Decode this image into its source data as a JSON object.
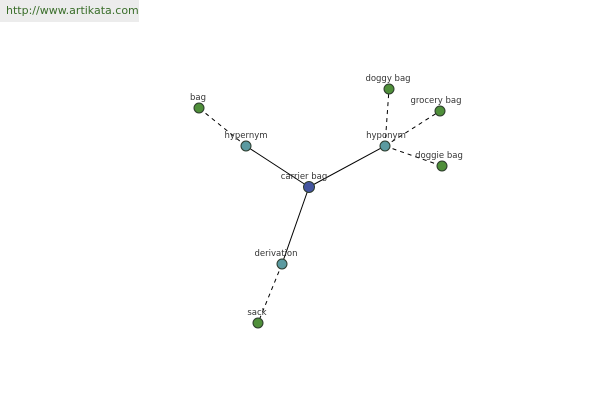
{
  "header": {
    "url_text": "http://www.artikata.com"
  },
  "colors": {
    "center": "#4455a0",
    "relation": "#5b9aa0",
    "leaf": "#4f8f3a"
  },
  "diagram": {
    "nodes": [
      {
        "id": "carrier-bag",
        "label": "carrier bag",
        "kind": "center"
      },
      {
        "id": "hypernym",
        "label": "hypernym",
        "kind": "relation"
      },
      {
        "id": "hyponym",
        "label": "hyponym",
        "kind": "relation"
      },
      {
        "id": "derivation",
        "label": "derivation",
        "kind": "relation"
      },
      {
        "id": "bag",
        "label": "bag",
        "kind": "leaf"
      },
      {
        "id": "doggy-bag",
        "label": "doggy bag",
        "kind": "leaf"
      },
      {
        "id": "grocery-bag",
        "label": "grocery bag",
        "kind": "leaf"
      },
      {
        "id": "doggie-bag",
        "label": "doggie bag",
        "kind": "leaf"
      },
      {
        "id": "sack",
        "label": "sack",
        "kind": "leaf"
      }
    ],
    "edges": [
      {
        "from": "carrier-bag",
        "to": "hypernym",
        "style": "solid"
      },
      {
        "from": "carrier-bag",
        "to": "hyponym",
        "style": "solid"
      },
      {
        "from": "carrier-bag",
        "to": "derivation",
        "style": "solid"
      },
      {
        "from": "hypernym",
        "to": "bag",
        "style": "dashed"
      },
      {
        "from": "hyponym",
        "to": "doggy-bag",
        "style": "dashed"
      },
      {
        "from": "hyponym",
        "to": "grocery-bag",
        "style": "dashed"
      },
      {
        "from": "hyponym",
        "to": "doggie-bag",
        "style": "dashed"
      },
      {
        "from": "derivation",
        "to": "sack",
        "style": "dashed"
      }
    ]
  }
}
